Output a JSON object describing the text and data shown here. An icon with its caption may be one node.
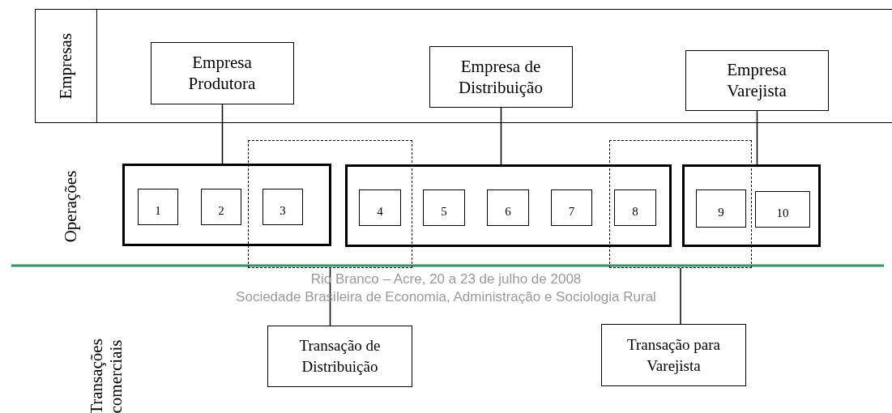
{
  "diagram": {
    "nodes": [
      {
        "text": [
          "Empresas"
        ]
      },
      {
        "text": [
          "Empresa Produtora"
        ],
        "in": 0
      },
      {
        "text": [
          "Empresa de Distribuição"
        ],
        "in": 0
      },
      {
        "text": [
          "Empresa Varejista"
        ],
        "in": 0
      },
      {
        "text": [],
        "shape": "box"
      },
      {
        "text": [
          "1"
        ],
        "in": 4
      },
      {
        "text": [
          "2"
        ],
        "in": 4
      },
      {
        "text": [
          "3"
        ]
      },
      {
        "text": [],
        "shape": "box"
      },
      {
        "text": [
          "4"
        ]
      },
      {
        "text": [
          "5"
        ],
        "in": 8
      },
      {
        "text": [
          "6"
        ],
        "in": 8
      },
      {
        "text": [
          "7"
        ],
        "in": 8
      },
      {
        "text": [
          "8"
        ]
      },
      {
        "text": [],
        "shape": "box"
      },
      {
        "text": [
          "9"
        ]
      },
      {
        "text": [
          "10"
        ],
        "in": 14
      },
      {
        "text": [],
        "shape": "box"
      },
      {
        "text": [],
        "shape": "box"
      },
      {
        "text": [
          "Transação de Distribuição"
        ]
      },
      {
        "text": [
          "Transação para Varejista"
        ]
      }
    ],
    "edges": [
      {
        "from": 1,
        "to": 4,
        "arrow": "none"
      },
      {
        "from": 2,
        "to": 8,
        "arrow": "none"
      },
      {
        "from": 3,
        "to": 14,
        "arrow": "none"
      },
      {
        "from": 17,
        "to": 19,
        "arrow": "none"
      },
      {
        "from": 18,
        "to": 20,
        "arrow": "none"
      }
    ],
    "labels": [
      "Operações",
      "Transações comerciais",
      "Rio Branco – Acre, 20 a 23 de julho de 2008",
      "Sociedade Brasileira de Economia, Administração e Sociologia Rural"
    ]
  }
}
